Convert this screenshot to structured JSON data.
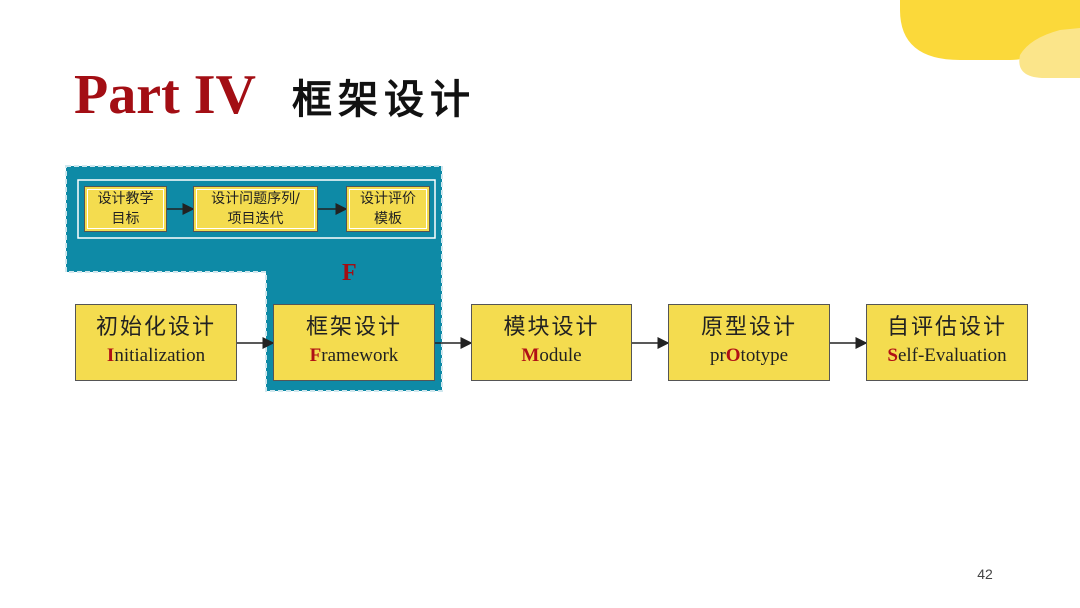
{
  "title": {
    "part": "Part IV",
    "subtitle": "框架设计"
  },
  "framework_detail": {
    "letter": "F",
    "steps": [
      {
        "line1": "设计教学",
        "line2": "目标"
      },
      {
        "line1": "设计问题序列/",
        "line2": "项目迭代"
      },
      {
        "line1": "设计评价",
        "line2": "模板"
      }
    ]
  },
  "stages": [
    {
      "cn": "初始化设计",
      "en_pre": "",
      "en_hl": "I",
      "en_post": "nitialization"
    },
    {
      "cn": "框架设计",
      "en_pre": "",
      "en_hl": "F",
      "en_post": "ramework"
    },
    {
      "cn": "模块设计",
      "en_pre": "",
      "en_hl": "M",
      "en_post": "odule"
    },
    {
      "cn": "原型设计",
      "en_pre": "pr",
      "en_hl": "O",
      "en_post": "totype"
    },
    {
      "cn": "自评估设计",
      "en_pre": "",
      "en_hl": "S",
      "en_post": "elf-Evaluation"
    }
  ],
  "page_number": "42",
  "colors": {
    "title_red": "#a30e14",
    "box_yellow": "#f4dc4f",
    "panel_teal": "#0e8aa6",
    "deco_yellow": "#fbd93a"
  }
}
